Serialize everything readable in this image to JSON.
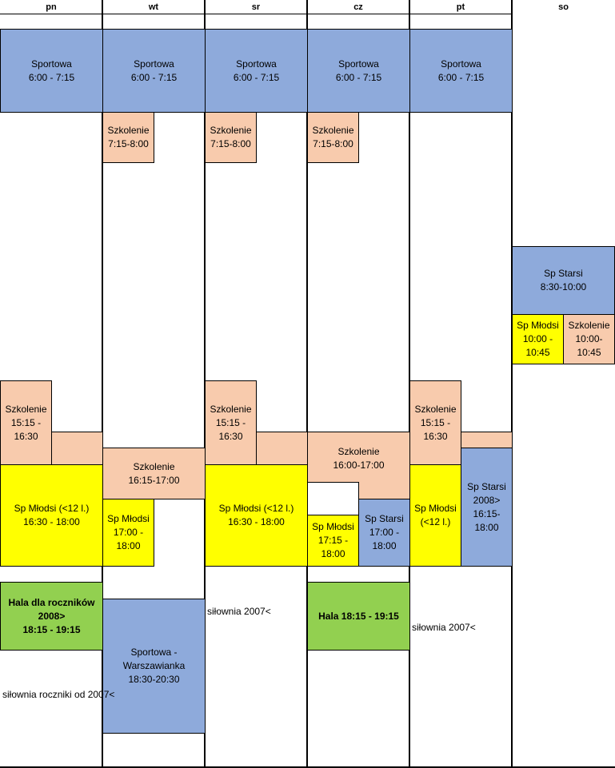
{
  "days": [
    "pn",
    "wt",
    "sr",
    "cz",
    "pt",
    "so"
  ],
  "blocks": {
    "pn_sportowa": "Sportowa\n6:00 - 7:15",
    "wt_sportowa": "Sportowa\n6:00 - 7:15",
    "sr_sportowa": "Sportowa\n6:00 - 7:15",
    "cz_sportowa": "Sportowa\n6:00 - 7:15",
    "pt_sportowa": "Sportowa\n6:00 - 7:15",
    "wt_szkolenie_am": "Szkolenie\n7:15-8:00",
    "sr_szkolenie_am": "Szkolenie\n7:15-8:00",
    "cz_szkolenie_am": "Szkolenie\n7:15-8:00",
    "so_sp_starsi": "Sp Starsi\n8:30-10:00",
    "so_sp_mlodsi": "Sp Młodsi\n10:00 -\n10:45",
    "so_szkolenie": "Szkolenie\n10:00-\n10:45",
    "pn_szkolenie_pm": "Szkolenie\n15:15 -\n16:30",
    "sr_szkolenie_pm": "Szkolenie\n15:15 -\n16:30",
    "pt_szkolenie_pm": "Szkolenie\n15:15 -\n16:30",
    "wt_szkolenie_pm": "Szkolenie\n16:15-17:00",
    "cz_szkolenie_pm": "Szkolenie\n16:00-17:00",
    "pn_sp_mlodsi": "Sp Młodsi (<12 l.)\n16:30 - 18:00",
    "sr_sp_mlodsi": "Sp Młodsi (<12 l.)\n16:30 - 18:00",
    "wt_sp_mlodsi": "Sp Młodsi\n17:00 -\n18:00",
    "cz_sp_mlodsi": "Sp Młodsi\n17:15 -\n18:00",
    "cz_sp_starsi": "Sp Starsi\n17:00 -\n18:00",
    "pt_sp_mlodsi": "Sp Młodsi\n(<12 l.)",
    "pt_sp_starsi": "Sp Starsi\n2008>\n16:15-\n18:00",
    "pn_hala": "Hala dla roczników\n2008>\n18:15 - 19:15",
    "cz_hala": "Hala 18:15 - 19:15",
    "wt_warszawianka": "Sportowa -\nWarszawianka\n18:30-20:30"
  },
  "labels": {
    "pn_silownia": "siłownia roczniki od 2007<",
    "sr_silownia": "siłownia 2007<",
    "pt_silownia": "siłownia 2007<"
  },
  "colors": {
    "blue": "#8eaadb",
    "peach": "#f8cbad",
    "yellow": "#ffff00",
    "green": "#92d050"
  }
}
